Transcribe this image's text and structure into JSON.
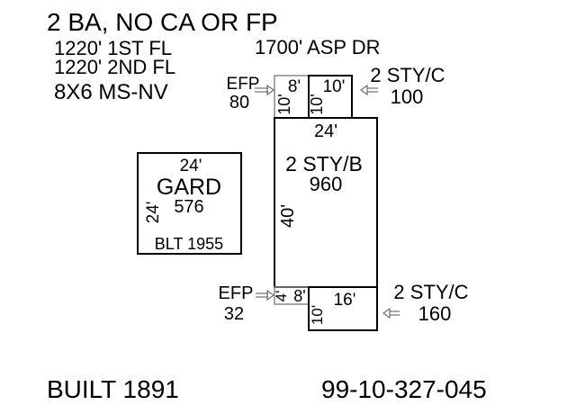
{
  "header": {
    "line1": "2 BA, NO CA OR FP",
    "line2": "1220' 1ST FL",
    "line3": "1220' 2ND FL",
    "line4": "8X6 MS-NV",
    "street": "1700' ASP DR"
  },
  "garage": {
    "width": "24'",
    "name": "GARD",
    "area": "576",
    "side": "24'",
    "built": "BLT 1955"
  },
  "main_house": {
    "width": "24'",
    "name": "2 STY/B",
    "area": "960",
    "depth": "40'"
  },
  "top_porch": {
    "name": "EFP",
    "area": "80",
    "width": "8'",
    "depth": "10'"
  },
  "top_addition": {
    "name": "2 STY/C",
    "area": "100",
    "width": "10'",
    "depth": "10'"
  },
  "bottom_porch": {
    "name": "EFP",
    "area": "32",
    "width": "8'",
    "depth": "4'"
  },
  "bottom_addition": {
    "name": "2 STY/C",
    "area": "160",
    "width": "16'",
    "depth": "10'"
  },
  "footer": {
    "built": "BUILT 1891",
    "parcel": "99-10-327-045"
  },
  "colors": {
    "line": "#000000",
    "porch_line": "#888888",
    "background": "#ffffff"
  }
}
